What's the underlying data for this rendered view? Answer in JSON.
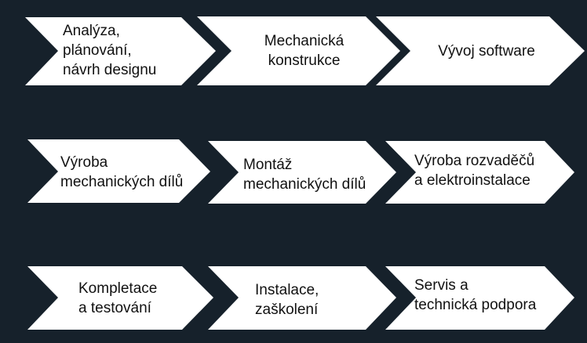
{
  "steps": [
    {
      "lines": [
        "Analýza,",
        "plánování,",
        "návrh designu"
      ]
    },
    {
      "lines": [
        "Mechanická",
        "konstrukce"
      ]
    },
    {
      "lines": [
        "Vývoj software"
      ]
    },
    {
      "lines": [
        "Výroba",
        "mechanických dílů"
      ]
    },
    {
      "lines": [
        "Montáž",
        "mechanických dílů"
      ]
    },
    {
      "lines": [
        "Výroba rozvaděčů",
        "a elektroinstalace"
      ]
    },
    {
      "lines": [
        "Kompletace",
        "a testování"
      ]
    },
    {
      "lines": [
        "Instalace,",
        "zaškolení"
      ]
    },
    {
      "lines": [
        "Servis a",
        "technická podpora"
      ]
    }
  ],
  "colors": {
    "background": "#16212b",
    "chevron": "#ffffff",
    "text": "#111111"
  }
}
